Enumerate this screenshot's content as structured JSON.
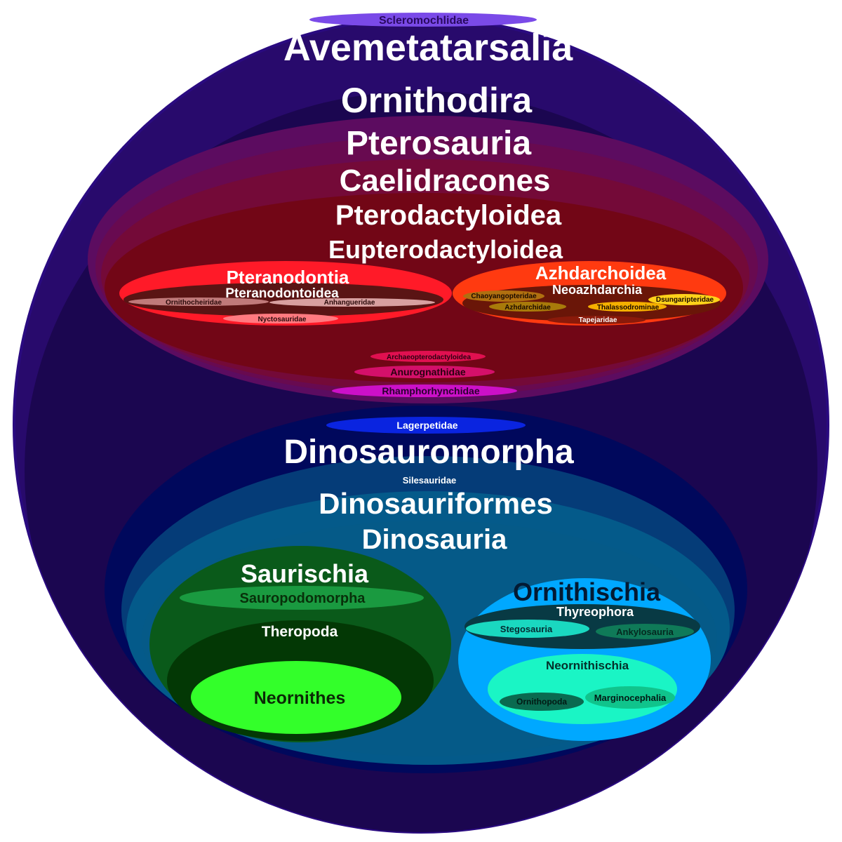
{
  "clades": {
    "scleromochlidae": "Scleromochlidae",
    "avemetatarsalia": "Avemetatarsalia",
    "ornithodira": "Ornithodira",
    "pterosauria": "Pterosauria",
    "caelidracones": "Caelidracones",
    "pterodactyloidea": "Pterodactyloidea",
    "eupterodactyloidea": "Eupterodactyloidea",
    "pteranodontia": "Pteranodontia",
    "pteranodontoidea": "Pteranodontoidea",
    "ornithocheiridae": "Ornithocheiridae",
    "anhangueridae": "Anhangueridae",
    "nyctosauridae": "Nyctosauridae",
    "azhdarchoidea": "Azhdarchoidea",
    "neoazhdarchia": "Neoazhdarchia",
    "chaoyangopteridae": "Chaoyangopteridae",
    "dsungaripteridae": "Dsungaripteridae",
    "azhdarchidae": "Azhdarchidae",
    "thalassodrominae": "Thalassodrominae",
    "tapejaridae": "Tapejaridae",
    "archaeopterodactyloidea": "Archaeopterodactyloidea",
    "anurognathidae": "Anurognathidae",
    "rhamphorhynchidae": "Rhamphorhynchidae",
    "lagerpetidae": "Lagerpetidae",
    "dinosauromorpha": "Dinosauromorpha",
    "silesauridae": "Silesauridae",
    "dinosauriformes": "Dinosauriformes",
    "dinosauria": "Dinosauria",
    "saurischia": "Saurischia",
    "sauropodomorpha": "Sauropodomorpha",
    "theropoda": "Theropoda",
    "neornithes": "Neornithes",
    "ornithischia": "Ornithischia",
    "thyreophora": "Thyreophora",
    "stegosauria": "Stegosauria",
    "ankylosauria": "Ankylosauria",
    "neornithischia": "Neornithischia",
    "ornithopoda": "Ornithopoda",
    "marginocephalia": "Marginocephalia"
  },
  "colors": {
    "avemetatarsalia": "#280a6c",
    "ornithodira": "#1b0650",
    "pterosauria": "#5c0c60",
    "pteranodontia": "#ff1a28",
    "azhdarchoidea": "#ff3a10",
    "dinosauromorpha": "#00085c",
    "dinosauria": "#045a8a",
    "saurischia": "#0a5a1a",
    "neornithes": "#33ff2a",
    "ornithischia": "#00a8ff",
    "neornithischia": "#1af5c5"
  }
}
